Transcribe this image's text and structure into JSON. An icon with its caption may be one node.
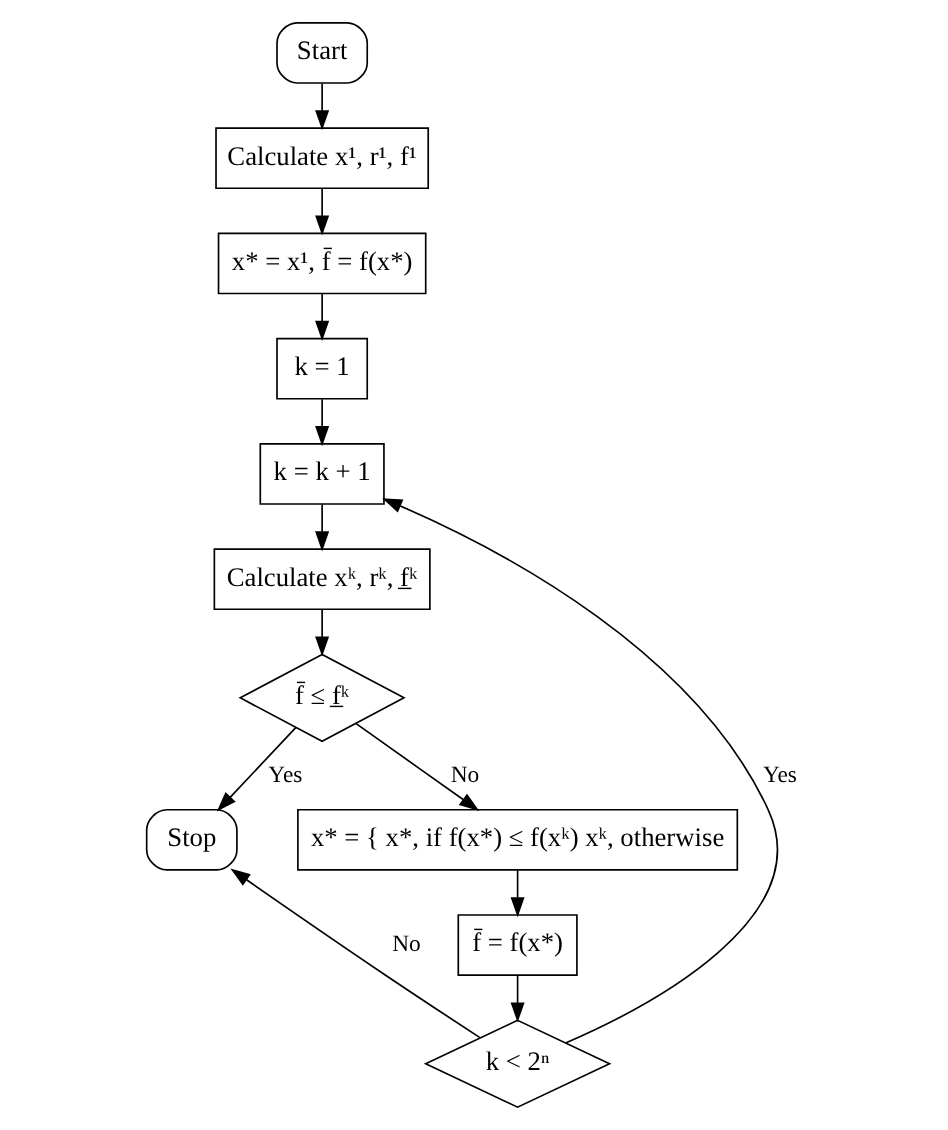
{
  "diagram": {
    "nodes": [
      {
        "text": [
          "Start"
        ]
      },
      {
        "text": [
          "Calculate x¹, r¹, f¹"
        ]
      },
      {
        "text": [
          "x* = x¹, f̄ = f(x*)"
        ]
      },
      {
        "text": [
          "k = 1"
        ]
      },
      {
        "text": [
          "k = k + 1"
        ]
      },
      {
        "text": [
          "Calculate xᵏ, rᵏ, f̲ᵏ"
        ]
      },
      {
        "text": [
          "f̄ ≤ f̲ᵏ"
        ]
      },
      {
        "text": [
          "Stop"
        ]
      },
      {
        "text": [
          "x* = { x*, if f(x*) ≤ f(xᵏ) xᵏ, otherwise"
        ]
      },
      {
        "text": [
          "f̄ = f(x*)"
        ]
      },
      {
        "text": [
          "k < 2ⁿ"
        ]
      }
    ],
    "edges": [
      {
        "from": 0,
        "to": 1,
        "arrow": "to"
      },
      {
        "from": 1,
        "to": 2,
        "arrow": "to"
      },
      {
        "from": 2,
        "to": 3,
        "arrow": "to"
      },
      {
        "from": 3,
        "to": 4,
        "arrow": "to"
      },
      {
        "from": 4,
        "to": 5,
        "arrow": "to"
      },
      {
        "from": 5,
        "to": 6,
        "arrow": "to"
      },
      {
        "from": 6,
        "to": 7,
        "arrow": "to",
        "label": "Yes"
      },
      {
        "from": 6,
        "to": 8,
        "arrow": "to",
        "label": "No"
      },
      {
        "from": 8,
        "to": 9,
        "arrow": "to"
      },
      {
        "from": 9,
        "to": 10,
        "arrow": "to"
      },
      {
        "from": 10,
        "to": 4,
        "arrow": "to",
        "label": "Yes"
      },
      {
        "from": 10,
        "to": 7,
        "arrow": "to",
        "label": "No"
      }
    ]
  }
}
